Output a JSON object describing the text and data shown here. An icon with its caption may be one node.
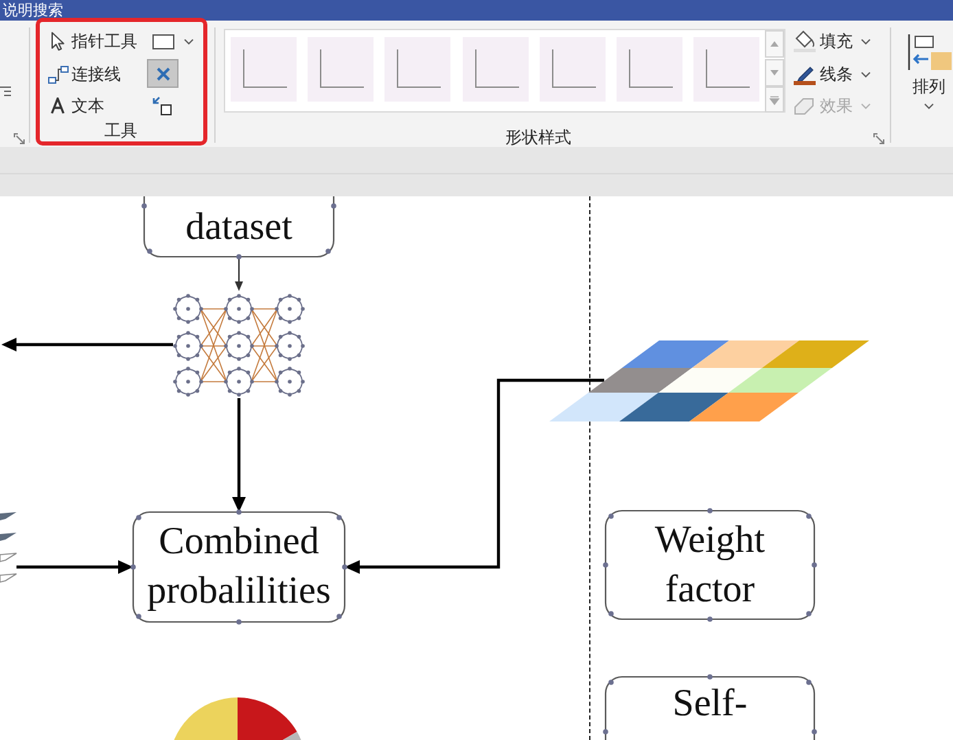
{
  "diagram": {
    "nodes": [
      {
        "text": [
          "指针工具",
          "连接线",
          "文本",
          "工具"
        ]
      },
      {
        "text": [
          "dataset"
        ]
      },
      {
        "text": [],
        "shape": "picture"
      },
      {
        "text": [],
        "shape": "picture"
      },
      {
        "text": [],
        "shape": "picture"
      },
      {
        "text": [
          "Combined probalilities"
        ]
      },
      {
        "text": [
          "Weight factor"
        ]
      },
      {
        "text": [
          "Self-"
        ]
      }
    ],
    "edges": [
      {
        "from": 1,
        "to": 2,
        "arrow": "to"
      },
      {
        "from": 2,
        "to": null,
        "arrow": "to"
      },
      {
        "from": 2,
        "to": 5,
        "arrow": "to"
      },
      {
        "from": 4,
        "to": 5,
        "arrow": "to"
      },
      {
        "from": 3,
        "to": 5,
        "arrow": "to"
      }
    ],
    "labels": [
      "说明搜索",
      "填充",
      "线条",
      "效果",
      "形状样式",
      "排列"
    ]
  }
}
